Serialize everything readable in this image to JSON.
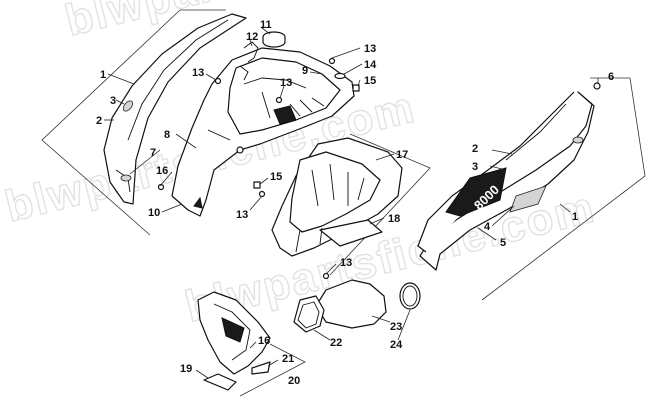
{
  "watermark": "blwpartsfiche.com",
  "decal_text": "8000",
  "callouts": {
    "c1_left": "1",
    "c1_right": "1",
    "c2_left": "2",
    "c2_right": "2",
    "c3_left": "3",
    "c3_right": "3",
    "c4": "4",
    "c5": "5",
    "c6": "6",
    "c7": "7",
    "c8": "8",
    "c9": "9",
    "c10": "10",
    "c11": "11",
    "c12": "12",
    "c13_a": "13",
    "c13_b": "13",
    "c13_c": "13",
    "c13_d": "13",
    "c13_e": "13",
    "c14": "14",
    "c15_a": "15",
    "c15_b": "15",
    "c16_a": "16",
    "c16_b": "16",
    "c17": "17",
    "c18": "18",
    "c19": "19",
    "c20": "20",
    "c21": "21",
    "c22": "22",
    "c23": "23",
    "c24": "24"
  }
}
